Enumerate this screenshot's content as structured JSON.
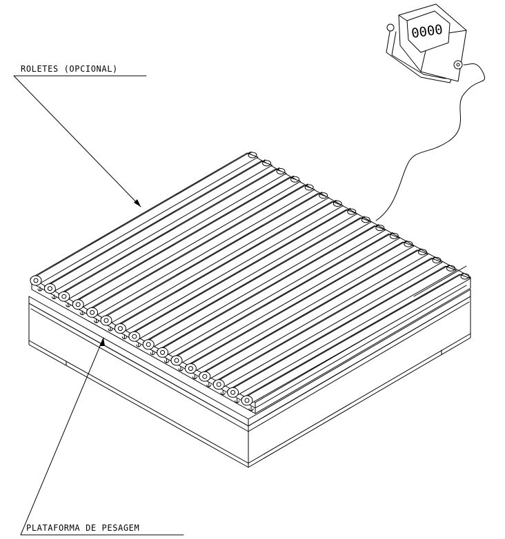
{
  "labels": {
    "rollers": "ROLETES (OPCIONAL)",
    "platform": "PLATAFORMA DE PESAGEM"
  },
  "indicator": {
    "display_digits": "0000"
  },
  "roller_count": 16,
  "colors": {
    "line": "#000000",
    "background": "#ffffff"
  }
}
